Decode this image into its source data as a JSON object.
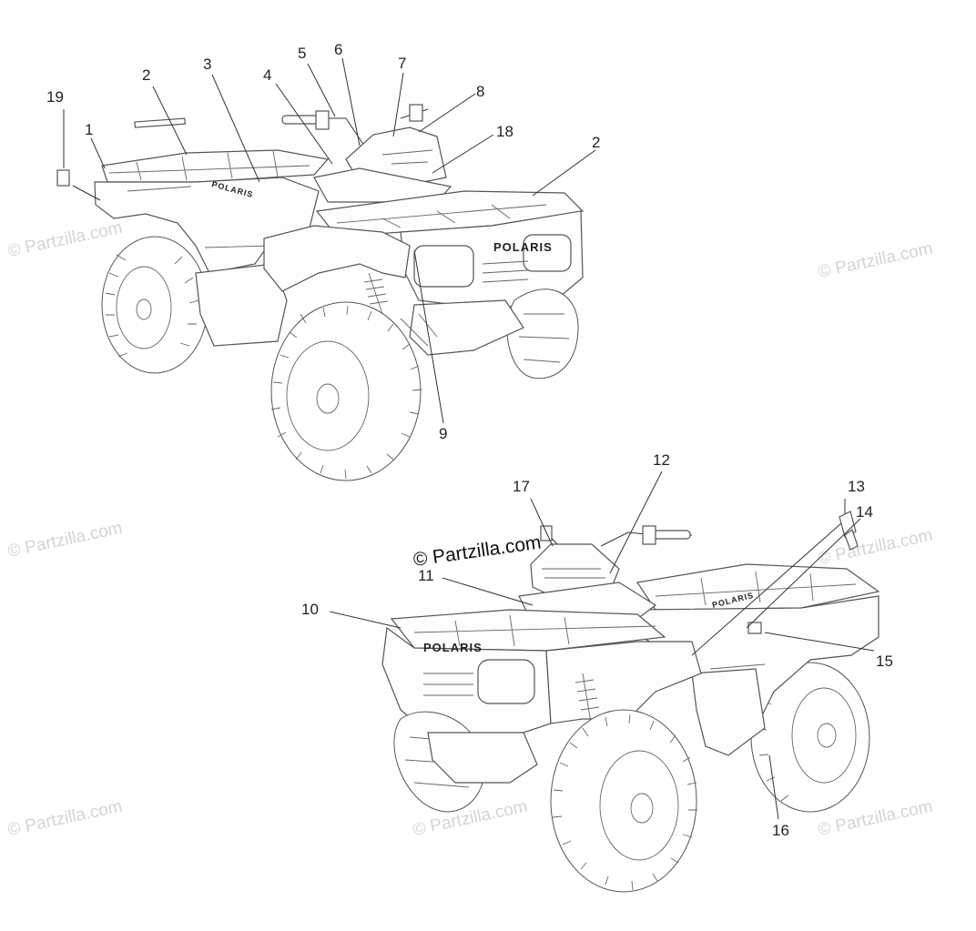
{
  "watermark_text": "© Partzilla.com",
  "copyright_text": "© Partzilla.com",
  "brand_text": "POLARIS",
  "callouts_top": [
    "19",
    "1",
    "2",
    "3",
    "4",
    "5",
    "6",
    "7",
    "8",
    "18",
    "2",
    "9"
  ],
  "callouts_bottom": [
    "17",
    "12",
    "13",
    "14",
    "11",
    "10",
    "15",
    "16"
  ]
}
